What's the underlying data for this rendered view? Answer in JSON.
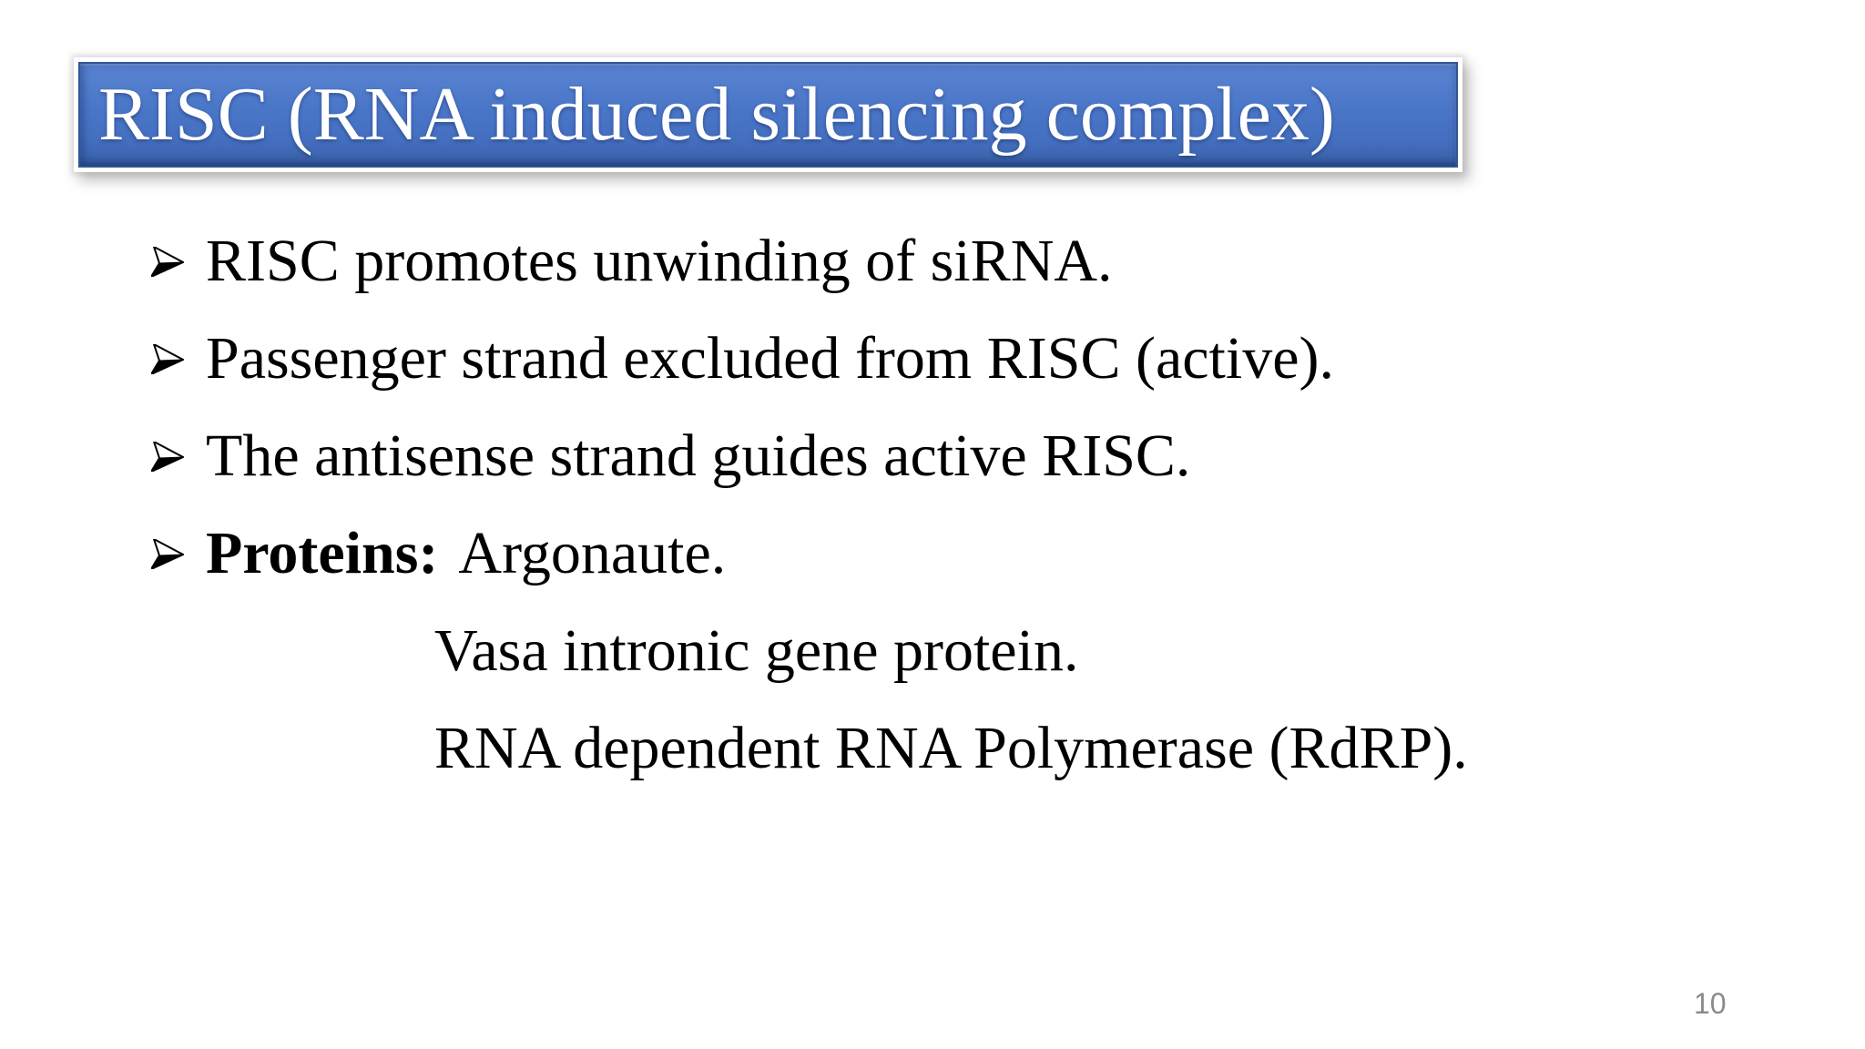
{
  "slide": {
    "title": "RISC (RNA induced silencing complex)",
    "bullets": [
      {
        "text": "RISC promotes unwinding of siRNA."
      },
      {
        "text": "Passenger strand excluded from RISC (active)."
      },
      {
        "text": "The antisense strand guides active RISC."
      },
      {
        "lead": "Proteins:",
        "text": "Argonaute."
      }
    ],
    "sub_items": [
      "Vasa intronic gene protein.",
      "RNA dependent RNA Polymerase (RdRP)."
    ],
    "bullet_icon": "three-d-right-arrowhead",
    "page_number": "10",
    "colors": {
      "background": "#ffffff",
      "title_fill": "#4a76c8",
      "title_border": "#2d5695",
      "title_text": "#ffffff",
      "body_text": "#000000",
      "page_number_text": "#8a8a8a"
    }
  }
}
